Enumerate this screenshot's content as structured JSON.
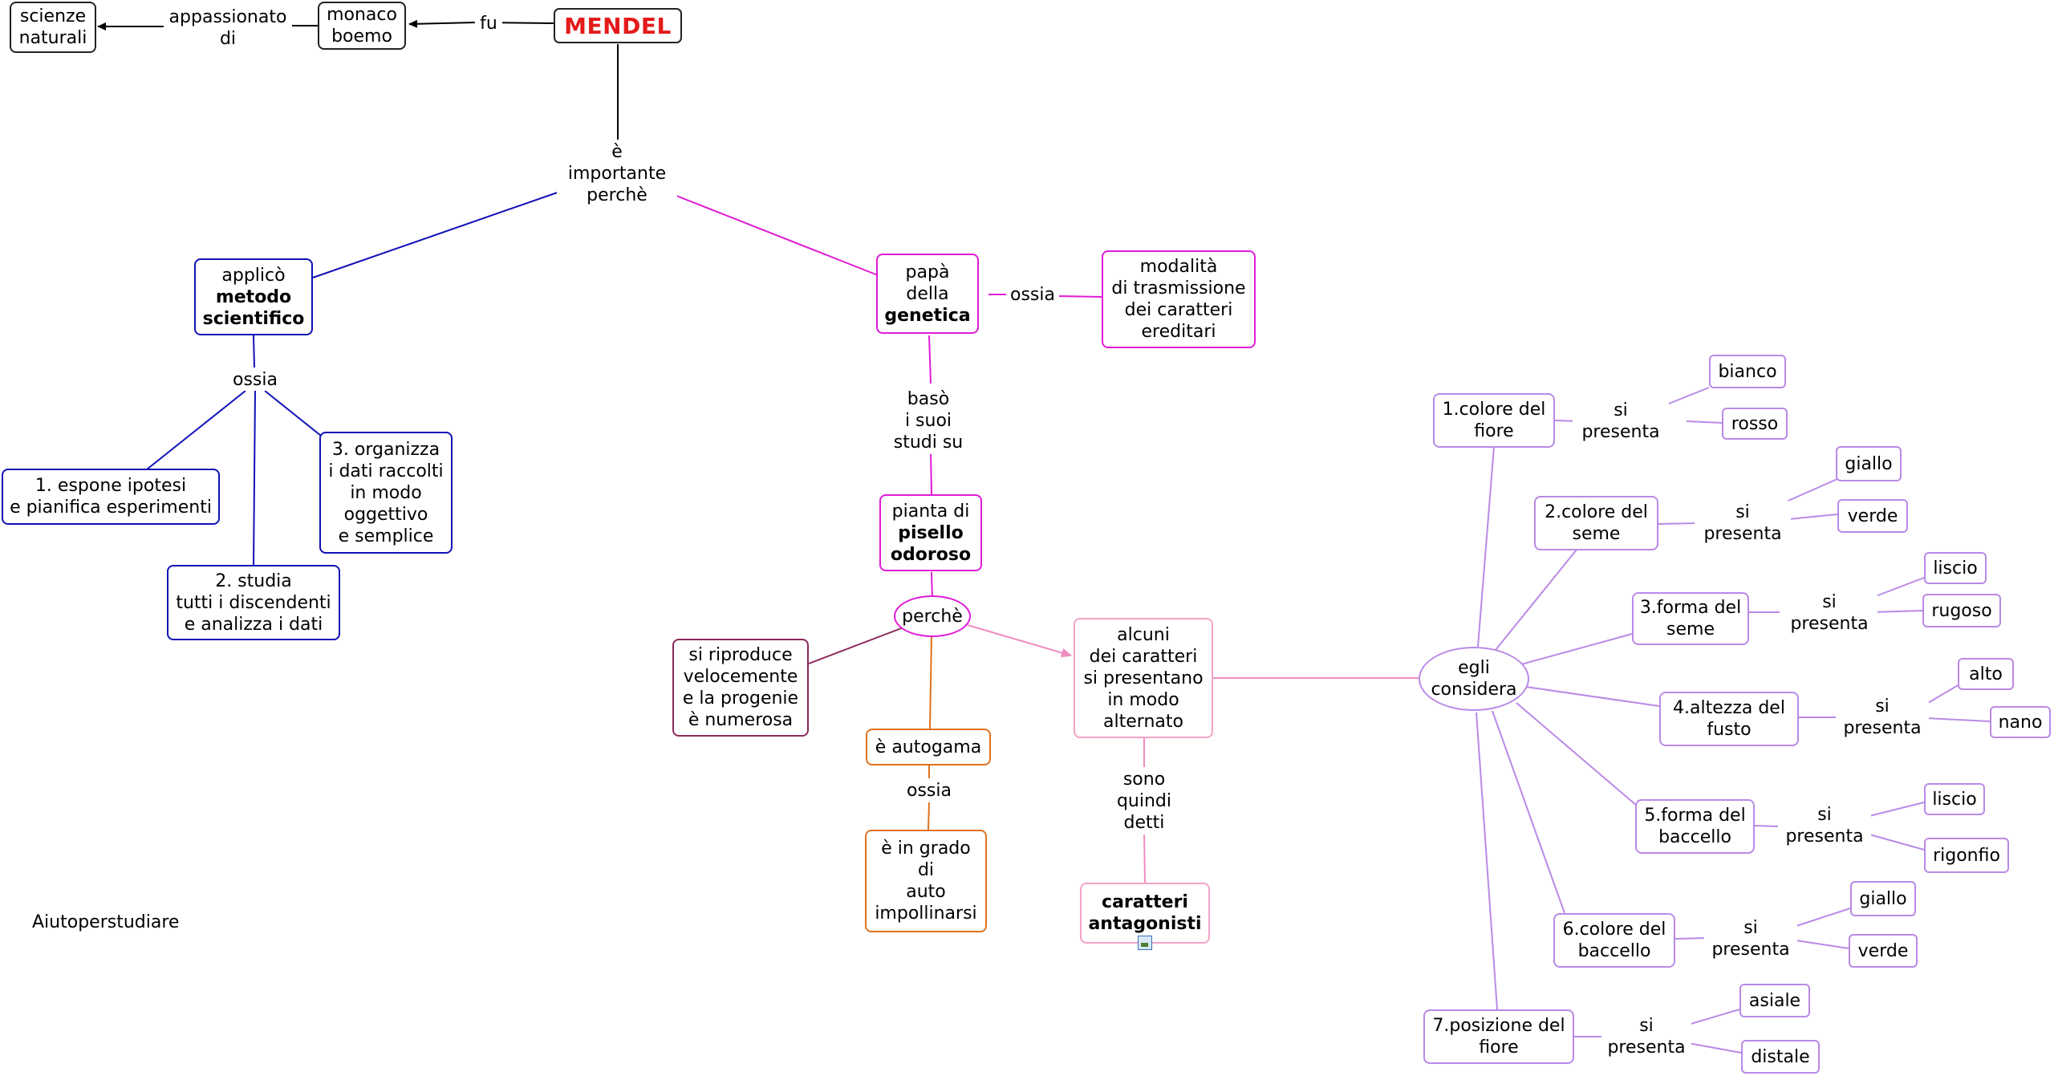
{
  "colors": {
    "black": "#222222",
    "blue": "#1010b8",
    "magenta": "#e01bd6",
    "plum": "#8b2a5b",
    "orange": "#e0711d",
    "pink": "#f4a3c8",
    "lavender": "#b98ae6",
    "title_red": "#e41b1b"
  },
  "nodes": {
    "mendel": "MENDEL",
    "monaco": "monaco\nboemo",
    "scienze": "scienze\nnaturali",
    "applico_a": "applicò",
    "applico_b": "metodo\nscientifico",
    "espone": "1. espone ipotesi\ne pianifica esperimenti",
    "studia": "2. studia\ntutti i discendenti\ne analizza i dati",
    "organizza": "3. organizza\ni dati raccolti\nin modo\noggettivo\ne semplice",
    "papa_a": "papà\ndella",
    "papa_b": "genetica",
    "modalita": "modalità\ndi trasmissione\ndei caratteri\nereditari",
    "pianta_a": "pianta di",
    "pianta_b": "pisello\nodoroso",
    "perche2": "perchè",
    "riproduce": "si riproduce\nvelocemente\ne la progenie\nè numerosa",
    "autogama": "è autogama",
    "impollinarsi": "è in grado\ndi\nauto\nimpollinarsi",
    "alcuni": "alcuni\ndei caratteri\nsi presentano\nin modo\nalternato",
    "antagonisti": "caratteri\nantagonisti",
    "egli": "egli\nconsidera",
    "c1": "1.colore del\nfiore",
    "c2": "2.colore del\nseme",
    "c3": "3.forma del\nseme",
    "c4": "4.altezza del\nfusto",
    "c5": "5.forma del\nbaccello",
    "c6": "6.colore del\nbaccello",
    "c7": "7.posizione del\nfiore",
    "v1a": "bianco",
    "v1b": "rosso",
    "v2a": "giallo",
    "v2b": "verde",
    "v3a": "liscio",
    "v3b": "rugoso",
    "v4a": "alto",
    "v4b": "nano",
    "v5a": "liscio",
    "v5b": "rigonfio",
    "v6a": "giallo",
    "v6b": "verde",
    "v7a": "asiale",
    "v7b": "distale"
  },
  "links": {
    "fu": "fu",
    "appassionato": "appassionato\ndi",
    "importante": "è\nimportante\nperchè",
    "ossia1": "ossia",
    "ossia2": "ossia",
    "ossia3": "ossia",
    "baso": "basò\ni suoi\nstudi su",
    "sono": "sono\nquindi\ndetti",
    "si": "si\npresenta"
  },
  "watermark": "Aiutoperstudiare"
}
